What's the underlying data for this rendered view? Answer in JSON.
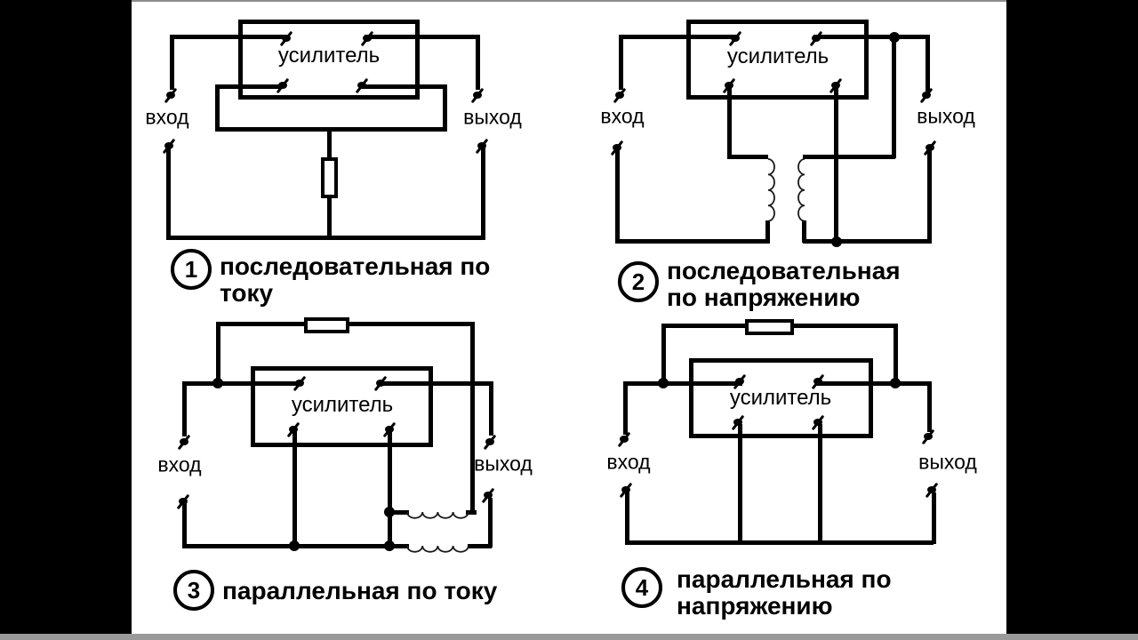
{
  "diagrams": [
    {
      "number": "1",
      "amplifier_label": "усилитель",
      "input_label": "вход",
      "output_label": "выход",
      "caption_line1": "последовательная по",
      "caption_line2": "току"
    },
    {
      "number": "2",
      "amplifier_label": "усилитель",
      "input_label": "вход",
      "output_label": "выход",
      "caption_line1": "последовательная",
      "caption_line2": "по напряжению"
    },
    {
      "number": "3",
      "amplifier_label": "усилитель",
      "input_label": "вход",
      "output_label": "выход",
      "caption_line1": "параллельная по току",
      "caption_line2": ""
    },
    {
      "number": "4",
      "amplifier_label": "усилитель",
      "input_label": "вход",
      "output_label": "выход",
      "caption_line1": "параллельная по",
      "caption_line2": "напряжению"
    }
  ],
  "colors": {
    "line": "#000000",
    "background": "#ffffff",
    "letterbox": "#000000",
    "bottom_strip": "#9a9a9a"
  }
}
